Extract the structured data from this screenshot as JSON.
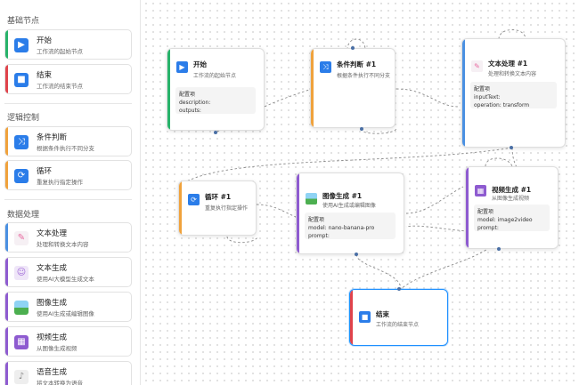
{
  "sidebar": {
    "sections": [
      {
        "title": "基础节点"
      },
      {
        "title": "逻辑控制"
      },
      {
        "title": "数据处理"
      }
    ],
    "items": [
      {
        "label": "开始",
        "desc": "工作流的起始节点",
        "icon": "play-icon",
        "color": "#2b7de9"
      },
      {
        "label": "结束",
        "desc": "工作流的结束节点",
        "icon": "stop-icon",
        "color": "#2b7de9"
      },
      {
        "label": "条件判断",
        "desc": "根据条件执行不同分支",
        "icon": "shuffle-icon",
        "color": "#2b7de9"
      },
      {
        "label": "循环",
        "desc": "重复执行指定操作",
        "icon": "loop-icon",
        "color": "#2b7de9"
      },
      {
        "label": "文本处理",
        "desc": "处理和转换文本内容",
        "icon": "document-icon",
        "color": "#e86aa0"
      },
      {
        "label": "文本生成",
        "desc": "使用AI大模型生成文本",
        "icon": "robot-icon",
        "color": "#a06ad8"
      },
      {
        "label": "图像生成",
        "desc": "使用AI生成或编辑图像",
        "icon": "image-icon",
        "color": "#4caf50"
      },
      {
        "label": "视频生成",
        "desc": "从图像生成视频",
        "icon": "clapper-icon",
        "color": "#8e5bd0"
      },
      {
        "label": "语音生成",
        "desc": "将文本转换为语音",
        "icon": "speaker-icon",
        "color": "#aaaaaa"
      }
    ]
  },
  "nodes": [
    {
      "title": "开始",
      "desc": "工作流的起始节点",
      "cfg_label": "配置项",
      "cfg": [
        "description:",
        "outputs:"
      ],
      "icon": "play-icon"
    },
    {
      "title": "条件判断 #1",
      "desc": "根据条件执行不同分支",
      "icon": "shuffle-icon"
    },
    {
      "title": "文本处理 #1",
      "desc": "处理和转换文本内容",
      "cfg_label": "配置项",
      "cfg": [
        "inputText:",
        "operation: transform"
      ],
      "icon": "document-icon"
    },
    {
      "title": "循环 #1",
      "desc": "重复执行指定操作",
      "icon": "loop-icon"
    },
    {
      "title": "图像生成 #1",
      "desc": "使用AI生成或编辑图像",
      "cfg_label": "配置项",
      "cfg": [
        "model: nano-banana-pro",
        "prompt:"
      ],
      "icon": "image-icon"
    },
    {
      "title": "视频生成 #1",
      "desc": "从图像生成视频",
      "cfg_label": "配置项",
      "cfg": [
        "model: image2video",
        "prompt:"
      ],
      "icon": "clapper-icon"
    },
    {
      "title": "结束",
      "desc": "工作流的结束节点",
      "icon": "stop-icon"
    }
  ],
  "colors": {
    "blue": "#2b7de9",
    "logic_accent": "#f0a23c",
    "start_accent": "#27b36a",
    "end_accent": "#e0434b",
    "text_accent": "#4a90e2",
    "image_accent": "#8e5bd0"
  }
}
